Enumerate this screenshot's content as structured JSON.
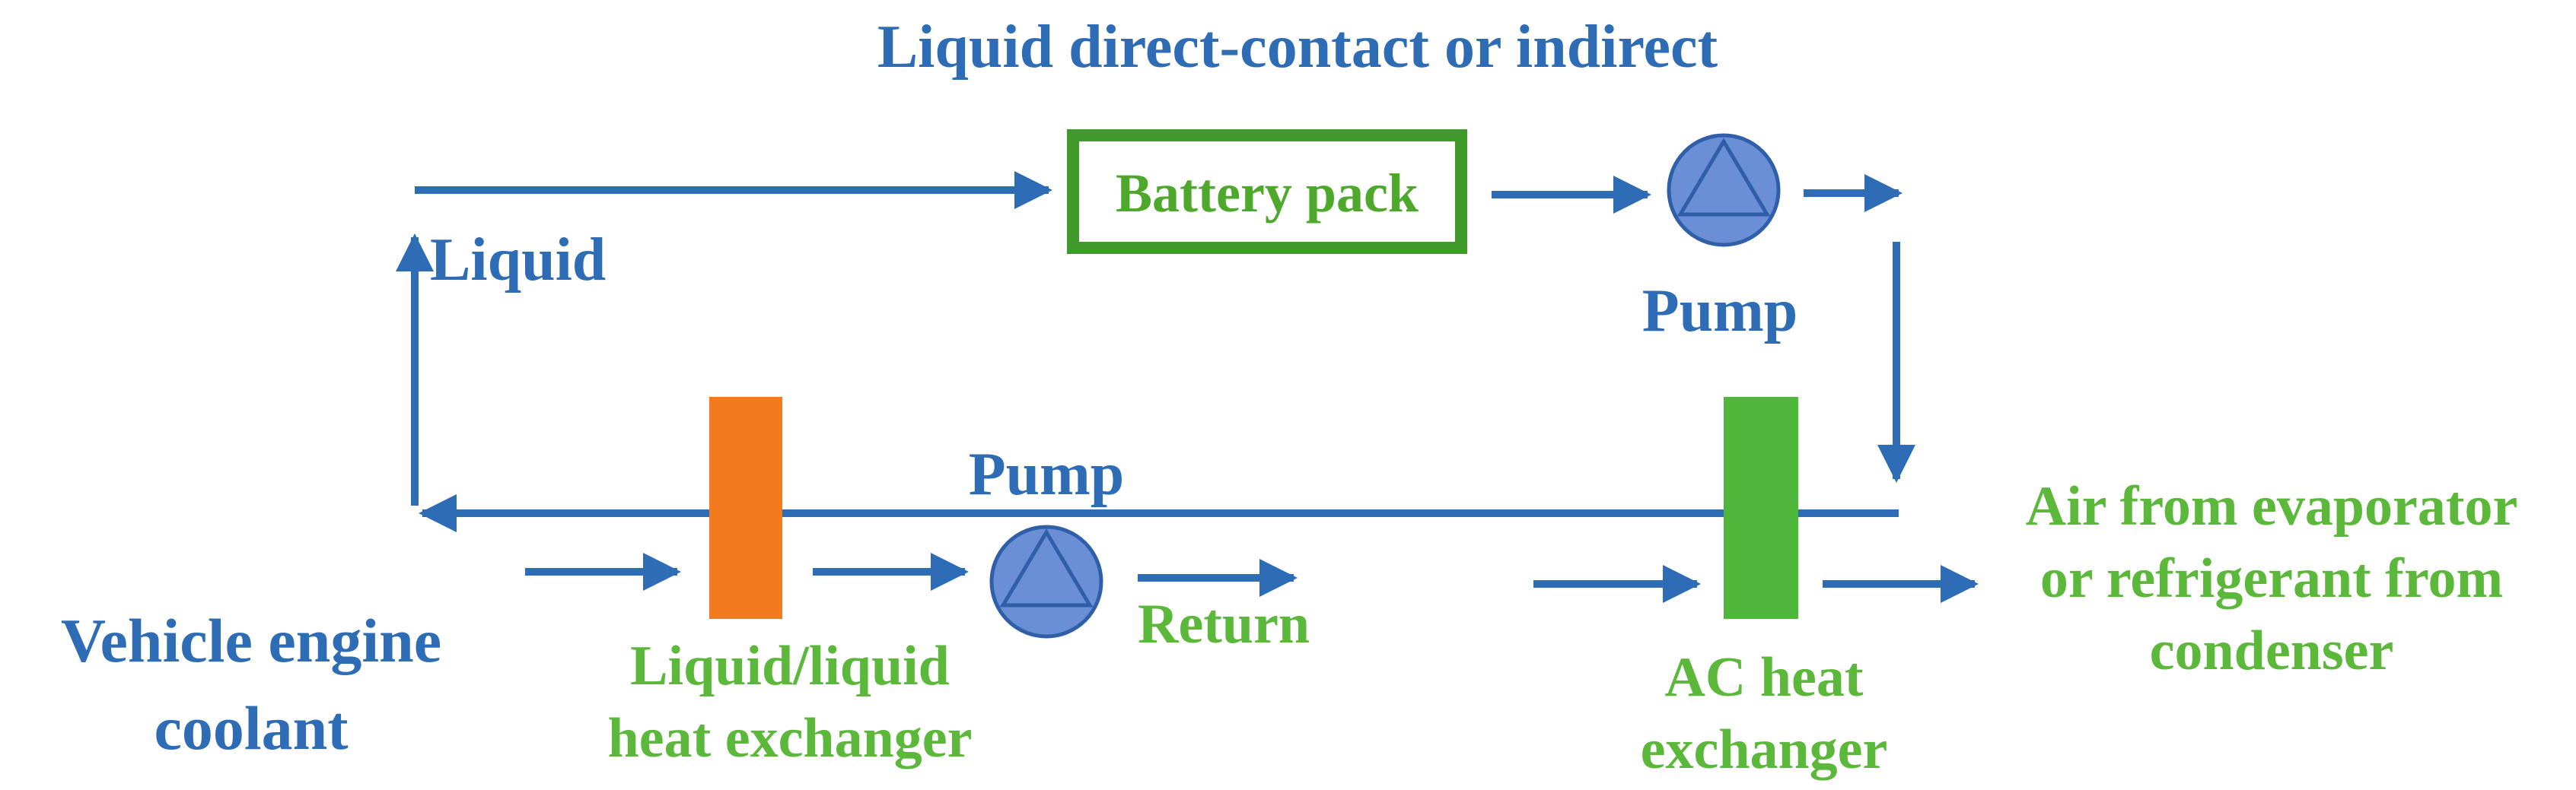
{
  "labels": {
    "title": "Liquid direct-contact or indirect",
    "liquid": "Liquid",
    "battery_pack": "Battery pack",
    "pump_top": "Pump",
    "pump_bottom": "Pump",
    "vehicle_line1": "Vehicle engine",
    "vehicle_line2": "coolant",
    "lhx_line1": "Liquid/liquid",
    "lhx_line2": "heat exchanger",
    "return": "Return",
    "ac_line1": "AC heat",
    "ac_line2": "exchanger",
    "air_line1": "Air from evaporator",
    "air_line2": "or refrigerant from",
    "air_line3": "condenser"
  },
  "colors": {
    "blue": "#2e6db5",
    "green": "#5cb83a",
    "battery_border": "#3f9a2a",
    "orange": "#f47a20",
    "ac_green": "#4db63b",
    "pump_fill": "#6a8fd6",
    "pump_stroke": "#2f5fa8"
  }
}
